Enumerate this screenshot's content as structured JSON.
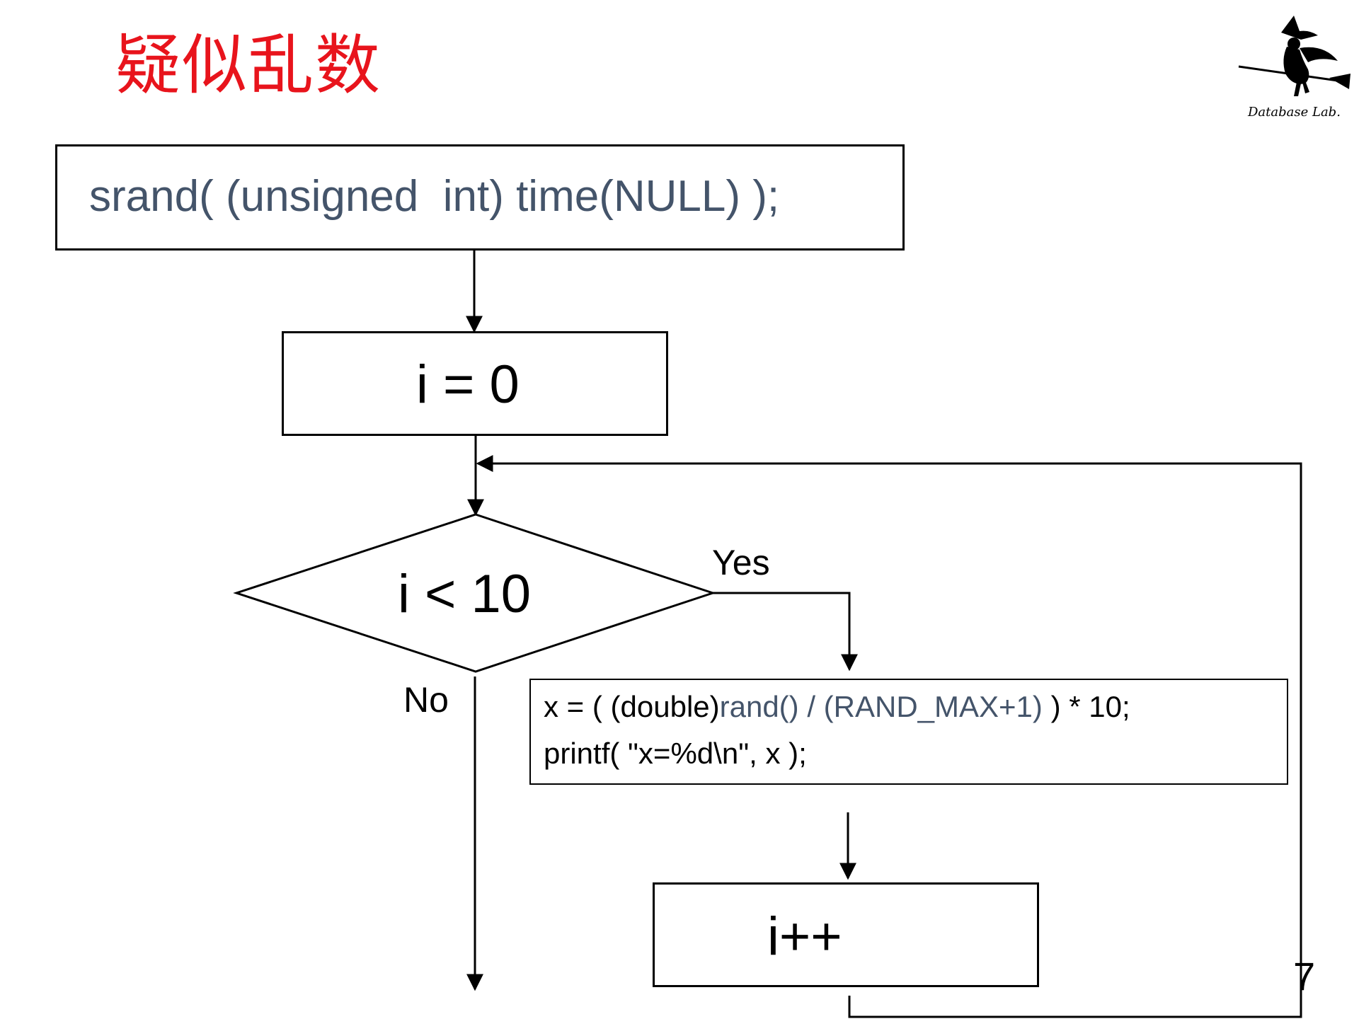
{
  "slide": {
    "title": "疑似乱数",
    "logo_text": "Database Lab.",
    "page_number": "7"
  },
  "flowchart": {
    "srand_box": "srand( (unsigned  int) time(NULL) );",
    "init_box": "i = 0",
    "condition": "i < 10",
    "yes_label": "Yes",
    "no_label": "No",
    "body_line1_a": "x = ( (double)",
    "body_line1_b": "rand() / (RAND_MAX+1)",
    "body_line1_c": " ) * 10;",
    "body_line2": "printf( \"x=%d\\n\", x );",
    "increment_box": "i++"
  }
}
